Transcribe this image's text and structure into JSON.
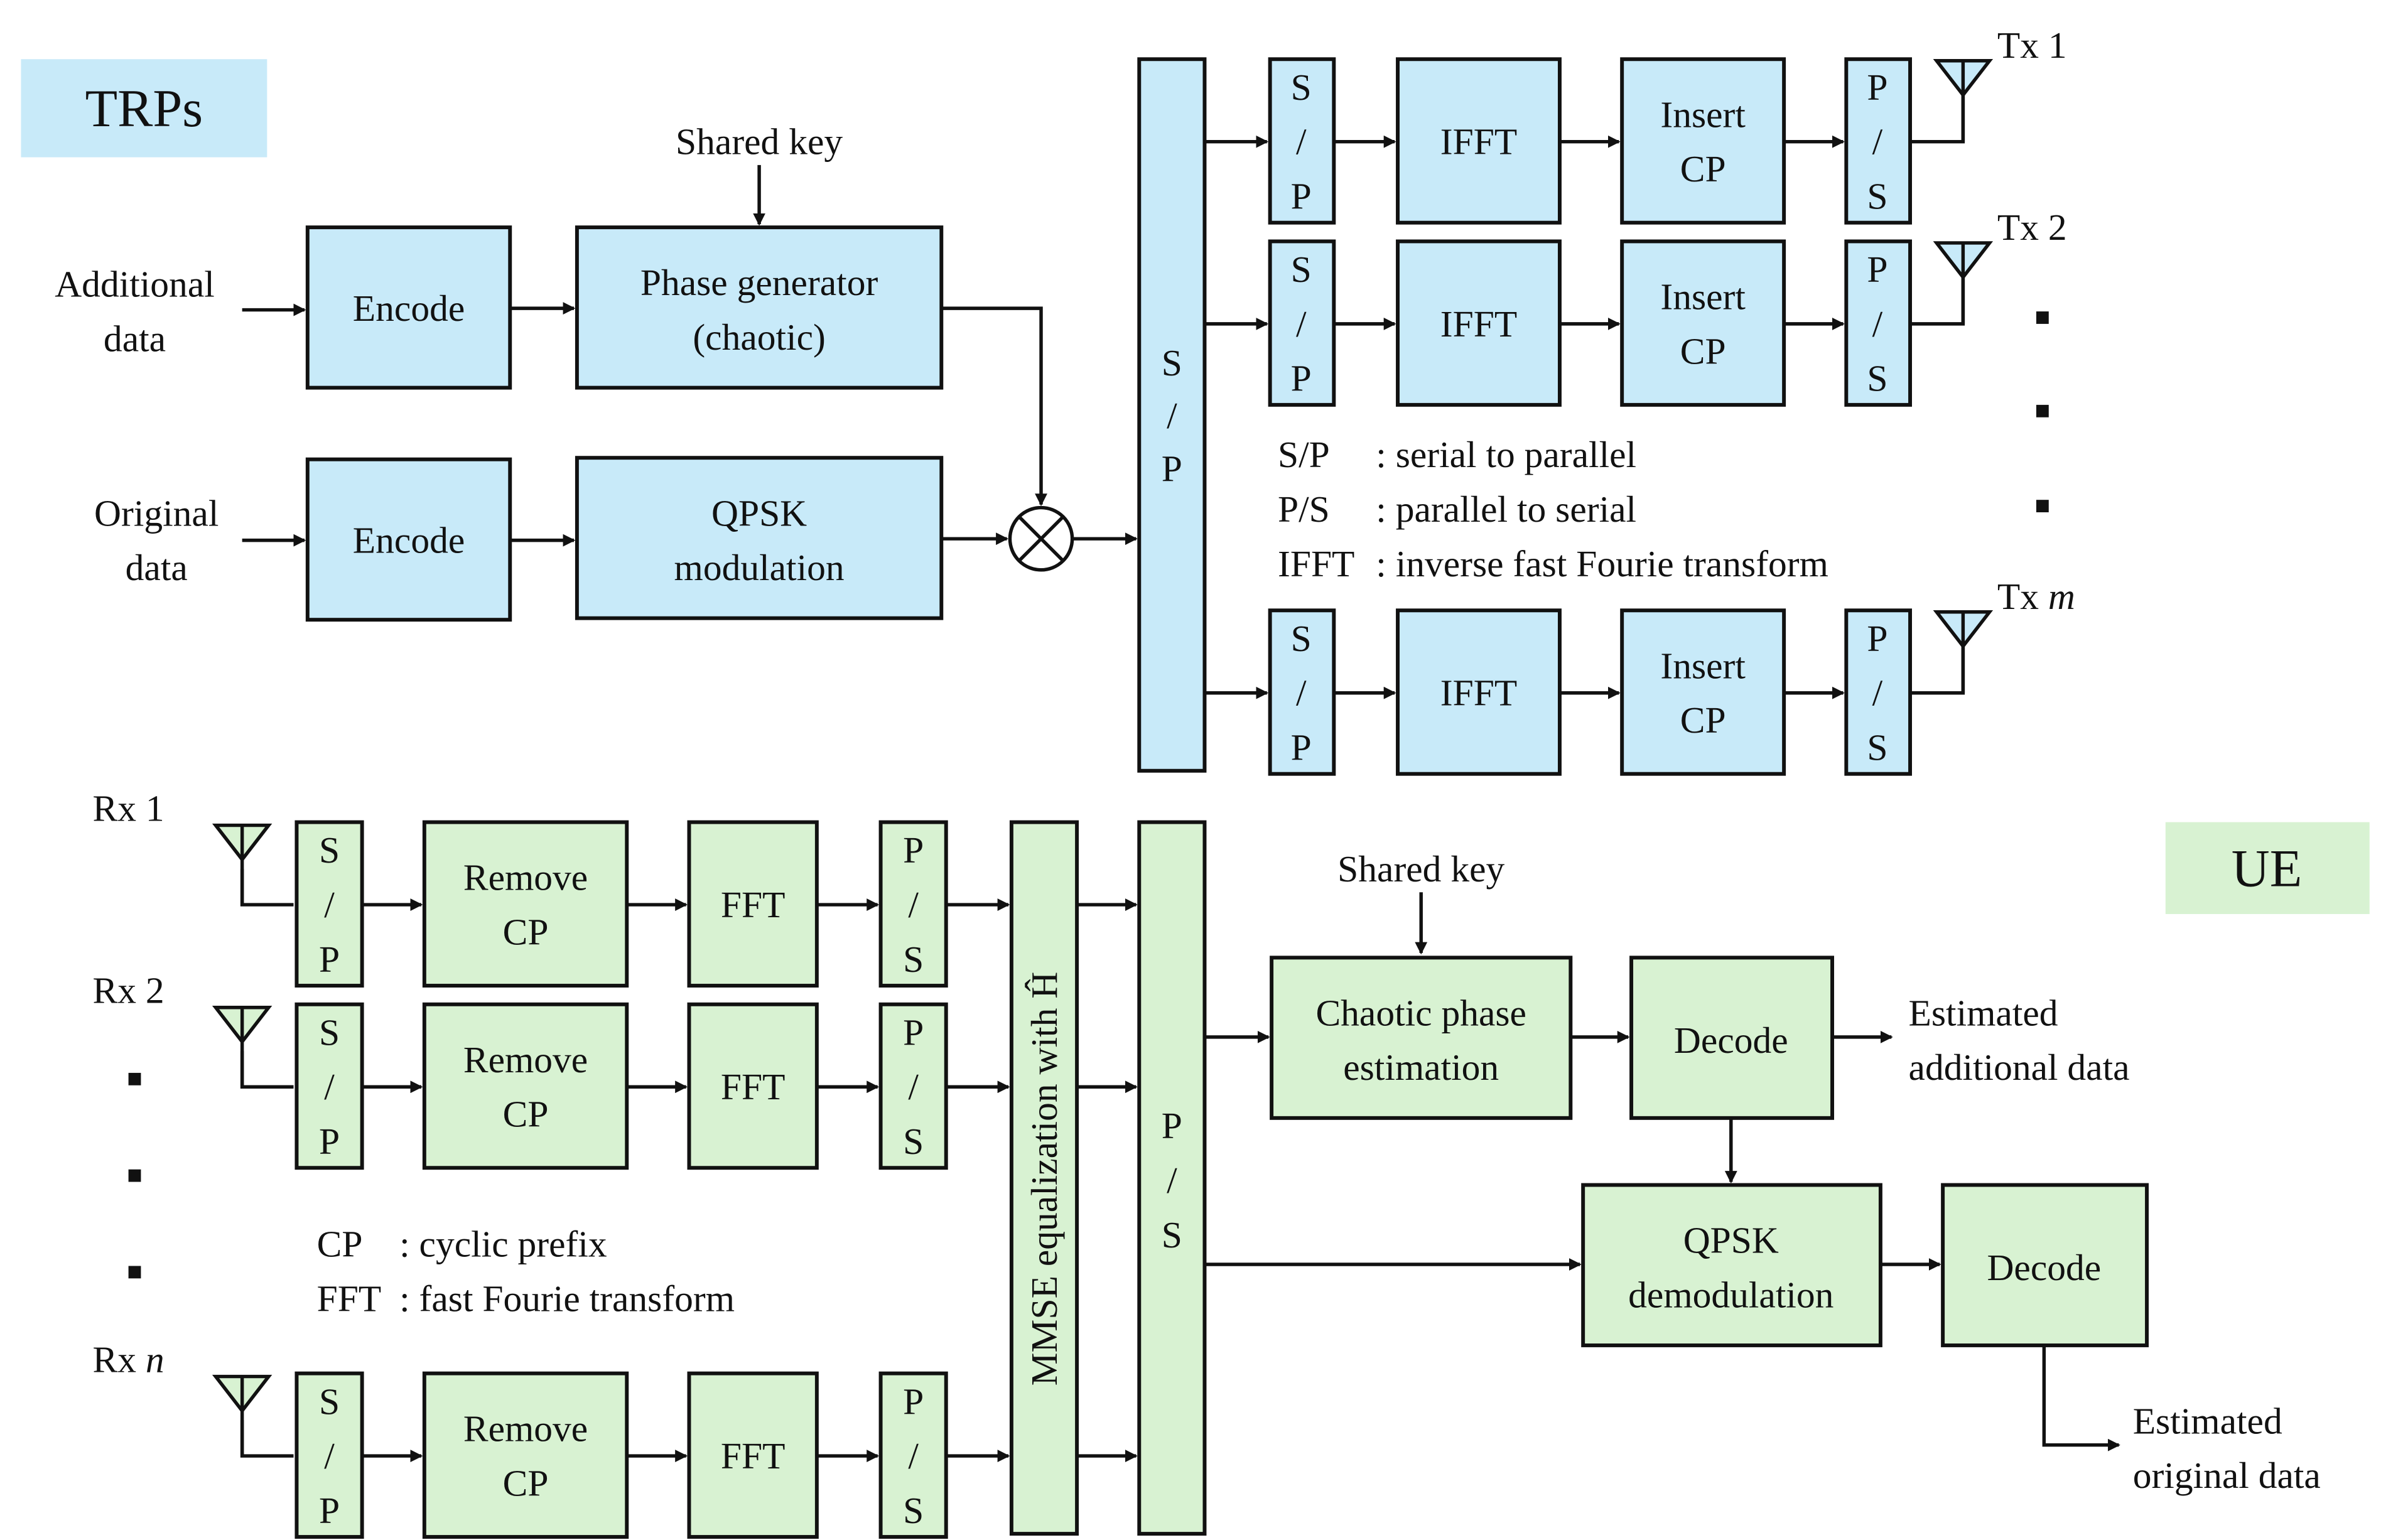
{
  "colors": {
    "trp_fill": "#c8eaf9",
    "ue_fill": "#d8f2d2",
    "line": "#111111",
    "trp_label_bg": "#c8eaf9",
    "ue_label_bg": "#d8f2d2"
  },
  "trp": {
    "section_label": "TRPs",
    "shared_key": "Shared key",
    "additional_data": [
      "Additional",
      "data"
    ],
    "original_data": [
      "Original",
      "data"
    ],
    "encode_1": "Encode",
    "encode_2": "Encode",
    "phase_generator": [
      "Phase generator",
      "(chaotic)"
    ],
    "qpsk_modulation": [
      "QPSK",
      "modulation"
    ],
    "sp_big": [
      "S",
      "/",
      "P"
    ],
    "branch_sp": [
      "S",
      "/",
      "P"
    ],
    "ifft": "IFFT",
    "insert_cp": [
      "Insert",
      "CP"
    ],
    "branch_ps": [
      "P",
      "/",
      "S"
    ],
    "antennas": [
      {
        "text": "Tx 1",
        "suffix": ""
      },
      {
        "text": "Tx 2",
        "suffix": ""
      },
      {
        "text": "Tx ",
        "suffix": "m"
      }
    ],
    "legend": [
      {
        "abbr": "S/P",
        "desc": ": serial to parallel"
      },
      {
        "abbr": "P/S",
        "desc": ": parallel to serial"
      },
      {
        "abbr": "IFFT",
        "desc": ": inverse fast Fourie transform"
      }
    ]
  },
  "ue": {
    "section_label": "UE",
    "antennas": [
      {
        "text": "Rx 1",
        "suffix": ""
      },
      {
        "text": "Rx 2",
        "suffix": ""
      },
      {
        "text": "Rx ",
        "suffix": "n"
      }
    ],
    "branch_sp": [
      "S",
      "/",
      "P"
    ],
    "remove_cp": [
      "Remove",
      "CP"
    ],
    "fft": "FFT",
    "branch_ps": [
      "P",
      "/",
      "S"
    ],
    "mmse": "MMSE equalization with Ĥ",
    "ps_big": [
      "P",
      "/",
      "S"
    ],
    "shared_key": "Shared key",
    "chaotic_phase_estimation": [
      "Chaotic phase",
      "estimation"
    ],
    "decode_1": "Decode",
    "decode_2": "Decode",
    "qpsk_demodulation": [
      "QPSK",
      "demodulation"
    ],
    "estimated_additional": [
      "Estimated",
      "additional data"
    ],
    "estimated_original": [
      "Estimated",
      "original data"
    ],
    "legend": [
      {
        "abbr": "CP",
        "desc": ": cyclic prefix"
      },
      {
        "abbr": "FFT",
        "desc": ": fast Fourie transform"
      }
    ]
  }
}
